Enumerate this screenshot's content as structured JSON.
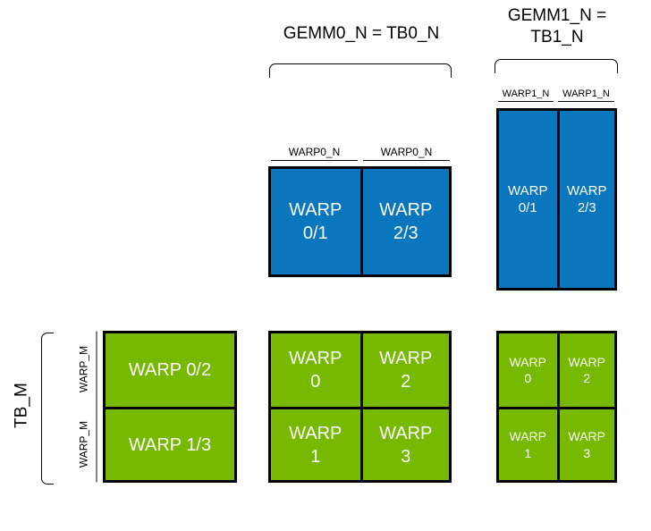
{
  "colors": {
    "blue": "#0a76be",
    "green": "#76b900",
    "border": "#000000",
    "cell-text": "#ffffff",
    "label-text": "#000000",
    "background": "#ffffff"
  },
  "headers": {
    "gemm0": "GEMM0_N = TB0_N",
    "gemm1_line1": "GEMM1_N =",
    "gemm1_line2": "TB1_N"
  },
  "axis": {
    "tb_m": "TB_M",
    "warp_m_row1": "WARP_M",
    "warp_m_row2": "WARP_M"
  },
  "blue_gemm0": {
    "col_labels": [
      "WARP0_N",
      "WARP0_N"
    ],
    "cells": [
      {
        "line1": "WARP",
        "line2": "0/1"
      },
      {
        "line1": "WARP",
        "line2": "2/3"
      }
    ]
  },
  "blue_gemm1": {
    "col_labels": [
      "WARP1_N",
      "WARP1_N"
    ],
    "cells": [
      {
        "line1": "WARP",
        "line2": "0/1"
      },
      {
        "line1": "WARP",
        "line2": "2/3"
      }
    ]
  },
  "green_left": {
    "rows": [
      "WARP 0/2",
      "WARP 1/3"
    ]
  },
  "green_mid": {
    "cells": [
      {
        "line1": "WARP",
        "line2": "0"
      },
      {
        "line1": "WARP",
        "line2": "2"
      },
      {
        "line1": "WARP",
        "line2": "1"
      },
      {
        "line1": "WARP",
        "line2": "3"
      }
    ]
  },
  "green_right": {
    "cells": [
      {
        "line1": "WARP",
        "line2": "0"
      },
      {
        "line1": "WARP",
        "line2": "2"
      },
      {
        "line1": "WARP",
        "line2": "1"
      },
      {
        "line1": "WARP",
        "line2": "3"
      }
    ]
  }
}
